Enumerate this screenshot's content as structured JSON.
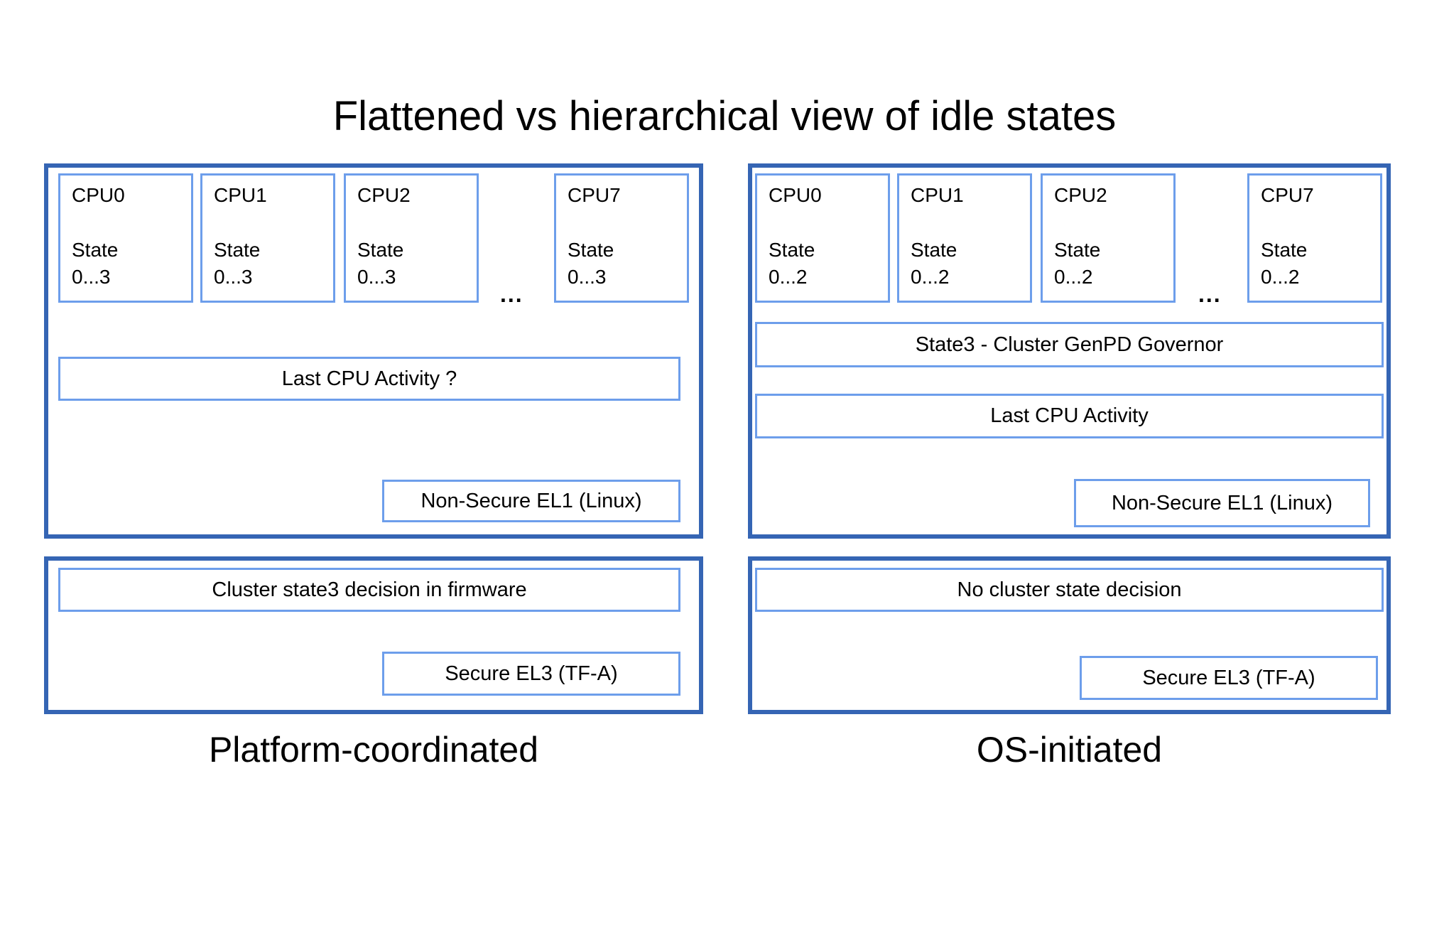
{
  "title": "Flattened vs hierarchical view of idle states",
  "left_panel": {
    "caption": "Platform-coordinated",
    "cpus": [
      {
        "name": "CPU0",
        "state_label": "State",
        "state_range": "0...3"
      },
      {
        "name": "CPU1",
        "state_label": "State",
        "state_range": "0...3"
      },
      {
        "name": "CPU2",
        "state_label": "State",
        "state_range": "0...3"
      },
      {
        "name": "CPU7",
        "state_label": "State",
        "state_range": "0...3"
      }
    ],
    "ellipsis": "...",
    "activity_box": "Last CPU Activity ?",
    "el1_box": "Non-Secure EL1 (Linux)",
    "decision_box": "Cluster state3 decision in firmware",
    "el3_box": "Secure EL3 (TF-A)"
  },
  "right_panel": {
    "caption": "OS-initiated",
    "cpus": [
      {
        "name": "CPU0",
        "state_label": "State",
        "state_range": "0...2"
      },
      {
        "name": "CPU1",
        "state_label": "State",
        "state_range": "0...2"
      },
      {
        "name": "CPU2",
        "state_label": "State",
        "state_range": "0...2"
      },
      {
        "name": "CPU7",
        "state_label": "State",
        "state_range": "0...2"
      }
    ],
    "ellipsis": "...",
    "governor_box": "State3 - Cluster GenPD Governor",
    "activity_box": "Last CPU Activity",
    "el1_box": "Non-Secure EL1 (Linux)",
    "decision_box": "No cluster state decision",
    "el3_box": "Secure EL3 (TF-A)"
  },
  "colors": {
    "outer_border": "#3565b4",
    "inner_border": "#6d9eeb",
    "text": "#000000",
    "background": "#ffffff"
  }
}
